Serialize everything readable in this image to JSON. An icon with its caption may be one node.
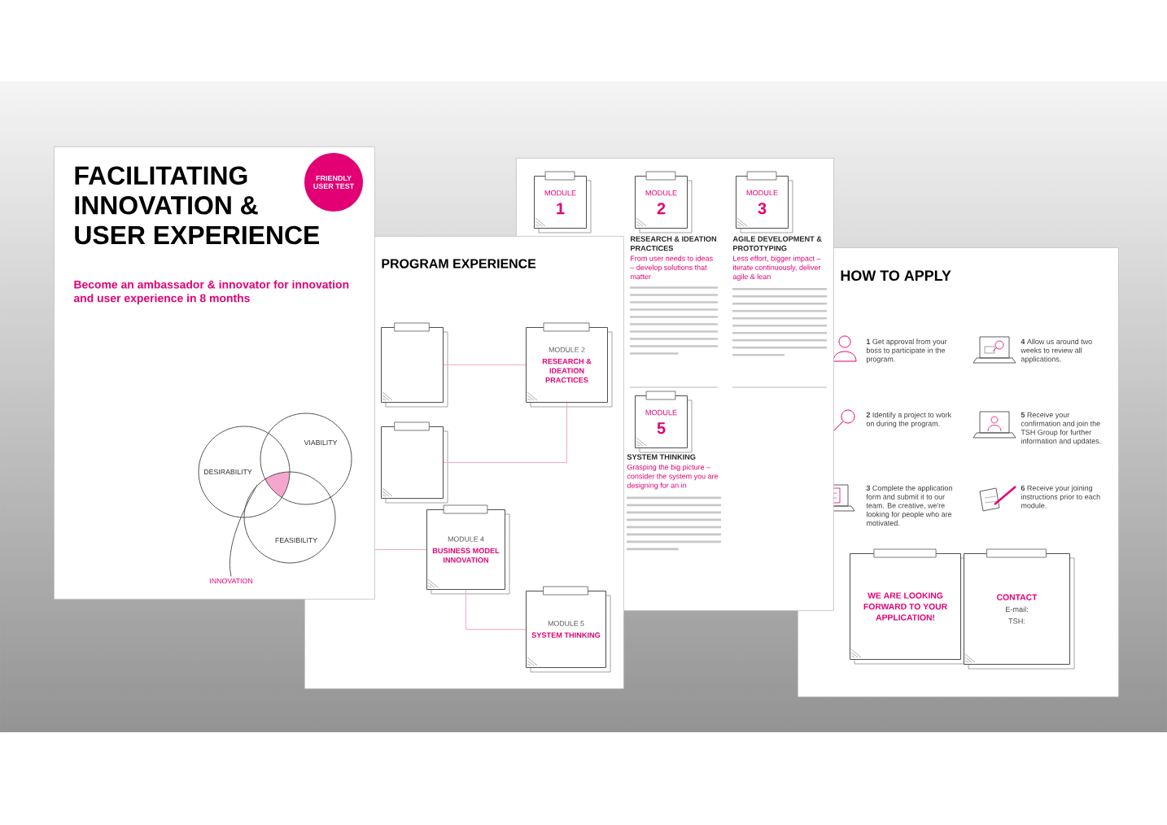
{
  "diagram": {
    "nodes": [
      {
        "text": [
          "FACILITATING INNOVATION & USER EXPERIENCE",
          "Become an ambassador & innovator for innovation and user experience in 8 months"
        ]
      },
      {
        "text": [
          "FRIENDLY USER TEST"
        ],
        "in": 0
      },
      {
        "text": [
          "DESIRABILITY"
        ],
        "in": 0
      },
      {
        "text": [
          "VIABILITY"
        ],
        "in": 0
      },
      {
        "text": [
          "FEASIBILITY"
        ],
        "in": 0
      },
      {
        "text": [
          "INNOVATION"
        ],
        "in": 0
      },
      {
        "text": [
          "PROGRAM EXPERIENCE"
        ]
      },
      {
        "text": [],
        "shape": "box",
        "in": 6
      },
      {
        "text": [
          "MODULE 2",
          "RESEARCH & IDEATION PRACTICES"
        ]
      },
      {
        "text": [],
        "shape": "box",
        "in": 6
      },
      {
        "text": [
          "MODULE 4",
          "BUSINESS MODEL INNOVATION"
        ],
        "in": 6
      },
      {
        "text": [
          "MODULE 5",
          "SYSTEM THINKING"
        ],
        "in": 6
      },
      {
        "text": [
          "RESEARCH & IDEATION PRACTICES",
          "From user needs to ideas – develop solutions that matter",
          "AGILE DEVELOPMENT & PROTOTYPING",
          "Less effort, bigger impact – iterate continuously, deliver agile & lean",
          "SYSTEM THINKING",
          "Grasping the big picture – consider the system you are designing for an in"
        ]
      },
      {
        "text": [
          "MODULE",
          "1"
        ],
        "in": 12
      },
      {
        "text": [
          "MODULE",
          "2"
        ],
        "in": 12
      },
      {
        "text": [
          "MODULE",
          "3"
        ],
        "in": 12
      },
      {
        "text": [
          "MODULE",
          "5"
        ],
        "in": 12
      },
      {
        "text": [
          "HOW TO APPLY",
          "**1** Get approval from your boss to participate in the program.",
          "**2** Identify a project to work on during the program.",
          "**3** Complete the application form and submit it to our team. Be creative, we're looking for people who are motivated.",
          "**4** Allow us around two weeks to review all applications.",
          "**5** Receive your confirmation and join the TSH Group for further information and updates.",
          "**6** Receive your joining instructions prior to each module."
        ]
      },
      {
        "text": [
          "WE ARE LOOKING FORWARD TO YOUR APPLICATION!"
        ],
        "in": 17
      },
      {
        "text": [
          "CONTACT",
          "E-mail:",
          "TSH:"
        ],
        "in": 17
      }
    ],
    "edges": [
      {
        "from": 7,
        "to": 8,
        "arrow": "none"
      },
      {
        "from": 9,
        "to": 8,
        "arrow": "none"
      },
      {
        "from": 0,
        "to": 10,
        "arrow": "none"
      },
      {
        "from": 10,
        "to": 11,
        "arrow": "none"
      },
      {
        "from": 5,
        "to": 4,
        "arrow": "none",
        "color": "#555555"
      }
    ]
  }
}
